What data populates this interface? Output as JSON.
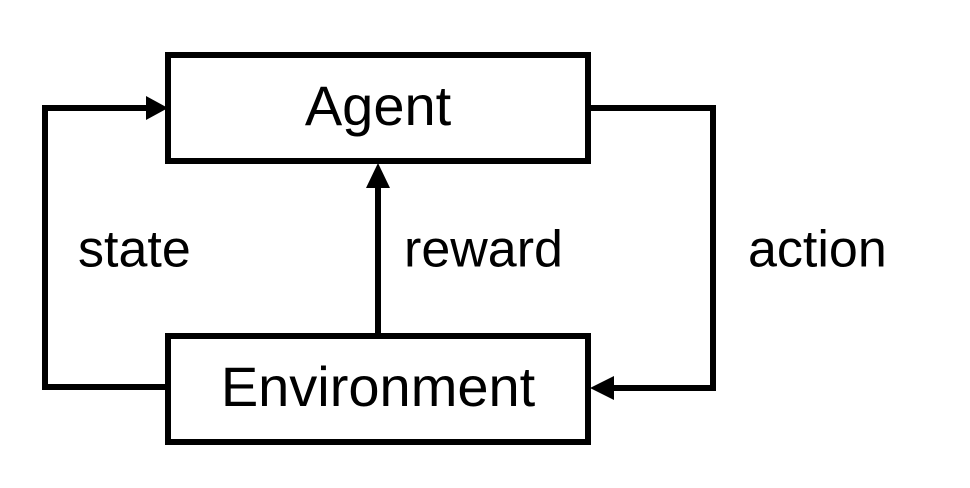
{
  "nodes": {
    "agent": {
      "label": "Agent"
    },
    "environment": {
      "label": "Environment"
    }
  },
  "edges": {
    "state": {
      "label": "state"
    },
    "reward": {
      "label": "reward"
    },
    "action": {
      "label": "action"
    }
  },
  "colors": {
    "stroke": "#000000",
    "background": "#ffffff"
  }
}
